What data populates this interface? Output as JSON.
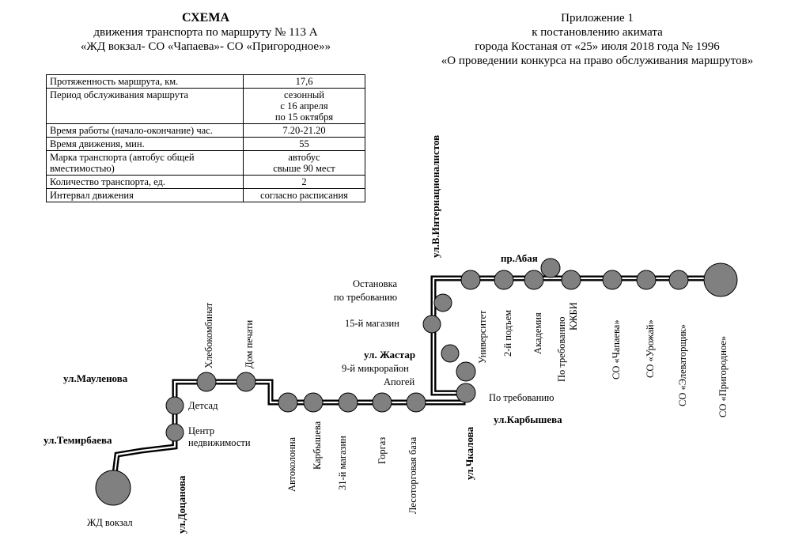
{
  "header": {
    "title": "СХЕМА",
    "line2": "движения  транспорта по маршруту № 113 А",
    "line3": "«ЖД вокзал- СО «Чапаева»- СО «Пригородное»»"
  },
  "appendix": {
    "line1": "Приложение 1",
    "line2": "к  постановлению акимата",
    "line3": "города Костаная от «25»  июля  2018 года № 1996",
    "line4": "«О проведении конкурса на право обслуживания маршрутов»"
  },
  "table": {
    "rows": [
      {
        "label": "Протяженность маршрута, км.",
        "value": "17,6"
      },
      {
        "label": "Период обслуживания маршрута",
        "value": "сезонный\nс  16 апреля\nпо 15 октября"
      },
      {
        "label": "Время работы (начало-окончание) час.",
        "value": "7.20-21.20"
      },
      {
        "label": "Время движения, мин.",
        "value": "55"
      },
      {
        "label": "Марка транспорта (автобус общей\nвместимостью)",
        "value": "автобус\nсвыше 90 мест"
      },
      {
        "label": "Количество транспорта, ед.",
        "value": "2"
      },
      {
        "label": "Интервал движения",
        "value": "согласно расписания"
      }
    ]
  },
  "streets": {
    "s1": "ул.Мауленова",
    "s2": "ул.Темирбаева",
    "s3": "ул.Доцанова",
    "s4": "ул.Чкалова",
    "s5": "ул. Жастар",
    "s6": "ул.Карбышева",
    "s7": "ул.В.Интернационалистов",
    "s8": "пр.Абая"
  },
  "stops": {
    "zhd": "ЖД вокзал",
    "center1": "Центр",
    "center2": "недвижимости",
    "detsad": "Детсад",
    "khleb": "Хлебокомбинат",
    "dompechati": "Дом  печати",
    "avtokolonna": "Автоколонна",
    "karbysheva": "Карбышева",
    "mag31": "31-й магазин",
    "gorgaz": "Горгаз",
    "lesbaza": "Лесоторговая база",
    "potreb1": "По требованию",
    "apogei": "Апогей",
    "mikro9": "9-й микрорайон",
    "universitet": "Университет",
    "mag15": "15-й магазин",
    "ostanovka1": "Остановка",
    "ostanovka2": "по требованию",
    "podem2": "2-й подъем",
    "akademiya": "Академия",
    "potreb2a": "По требованию",
    "potreb2b": "КЖБИ",
    "chapaeva": "СО «Чапаева»",
    "urozhai": "СО «Урожай»",
    "elevator": "СО «Элеваторщик»",
    "prigorod": "СО «Пригородное»"
  }
}
